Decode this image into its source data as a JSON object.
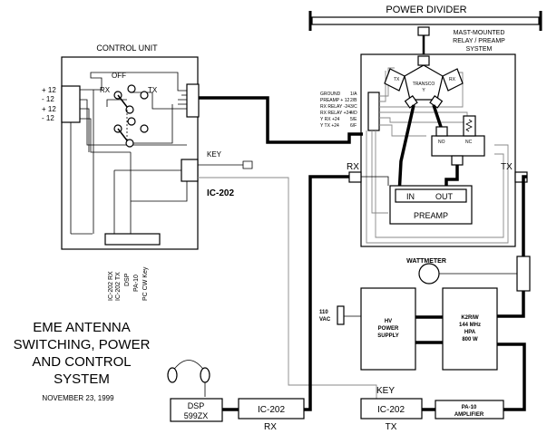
{
  "title_lines": [
    "EME ANTENNA",
    "SWITCHING, POWER",
    "AND CONTROL",
    "SYSTEM"
  ],
  "date": "NOVEMBER 23, 1999",
  "power_divider": "POWER DIVIDER",
  "mast": {
    "label_lines": [
      "MAST-MOUNTED",
      "RELAY / PREAMP",
      "SYSTEM"
    ],
    "wiring": [
      "GROUND",
      "PREAMP + 12",
      "RX RELAY -24",
      "RX RELAY +24",
      "Y RX +24",
      "Y TX +24"
    ],
    "pins": [
      "1/A",
      "2/B",
      "3/C",
      "4/D",
      "5/E",
      "6/F"
    ],
    "transco": [
      "TRANSCO",
      "Y"
    ],
    "tx_port": "TX",
    "rx_port": "RX",
    "no": "NO",
    "nc": "NC",
    "rx_label": "RX",
    "tx_label": "TX",
    "preamp": {
      "in": "IN",
      "out": "OUT",
      "name": "PREAMP"
    }
  },
  "control_unit": {
    "title": "CONTROL UNIT",
    "power_inputs": [
      "+ 12",
      "- 12",
      "+ 12",
      "- 12"
    ],
    "switch": {
      "off": "OFF",
      "rx": "RX",
      "tx": "TX"
    },
    "key": "KEY",
    "radio": "IC-202",
    "outputs": [
      "IC-202 RX",
      "IC-202 TX",
      "DSP",
      "PA-10",
      "PC CW Key"
    ]
  },
  "wattmeter": "WATTMETER",
  "vac": [
    "110",
    "VAC"
  ],
  "hv_supply": [
    "HV",
    "POWER",
    "SUPPLY"
  ],
  "hpa": [
    "K2RIW",
    "144 MHz",
    "HPA",
    "800 W"
  ],
  "dsp": [
    "DSP",
    "599ZX"
  ],
  "ic202_rx": {
    "name": "IC-202",
    "label": "RX"
  },
  "ic202_tx": {
    "name": "IC-202",
    "label": "TX",
    "key": "KEY"
  },
  "pa10": [
    "PA-10",
    "AMPLIFIER"
  ]
}
